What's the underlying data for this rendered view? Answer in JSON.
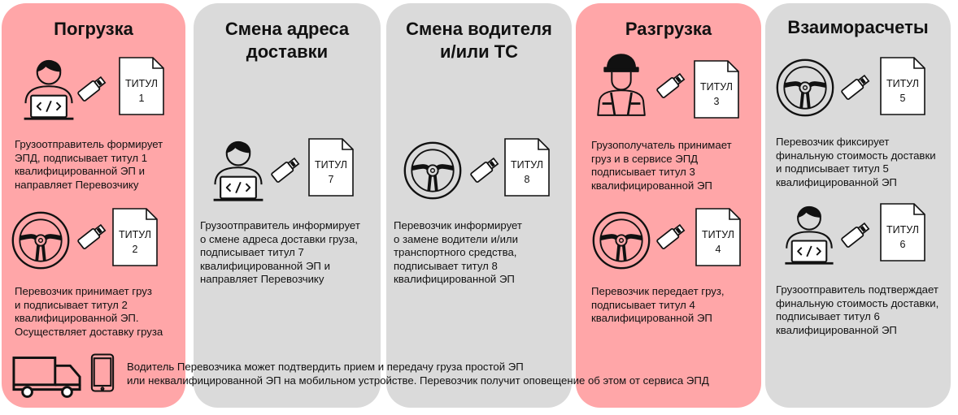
{
  "columns": [
    {
      "title": "Погрузка"
    },
    {
      "title_line1": "Смена адреса",
      "title_line2": "доставки"
    },
    {
      "title_line1": "Смена водителя",
      "title_line2": "и/или ТС"
    },
    {
      "title": "Разгрузка"
    },
    {
      "title": "Взаиморасчеты"
    }
  ],
  "doc_word": "ТИТУЛ",
  "steps": [
    {
      "num": "1",
      "lines": [
        "Грузоотправитель формирует",
        "ЭПД, подписывает титул 1",
        "квалифицированной ЭП и",
        "направляет Перевозчику"
      ]
    },
    {
      "num": "2",
      "lines": [
        "Перевозчик принимает груз",
        "и подписывает титул 2",
        "квалифицированной ЭП.",
        "Осуществляет доставку груза"
      ]
    },
    {
      "num": "7",
      "lines": [
        "Грузоотправитель информирует",
        "о смене адреса доставки груза,",
        "подписывает титул 7",
        "квалифицированной ЭП и",
        "направляет Перевозчику"
      ]
    },
    {
      "num": "8",
      "lines": [
        "Перевозчик информирует",
        "о замене водители и/или",
        "транспортного средства,",
        "подписывает титул 8",
        "квалифицированной ЭП"
      ]
    },
    {
      "num": "3",
      "lines": [
        "Грузополучатель принимает",
        "груз и в сервисе ЭПД",
        "подписывает титул 3",
        "квалифицированной ЭП"
      ]
    },
    {
      "num": "4",
      "lines": [
        "Перевозчик передает груз,",
        "подписывает титул 4",
        "квалифицированной ЭП"
      ]
    },
    {
      "num": "5",
      "lines": [
        "Перевозчик фиксирует",
        "финальную стоимость доставки",
        "и подписывает титул 5",
        "квалифицированной ЭП"
      ]
    },
    {
      "num": "6",
      "lines": [
        "Грузоотправитель подтверждает",
        "финальную стоимость доставки,",
        "подписывает титул 6",
        "квалифицированной ЭП"
      ]
    }
  ],
  "footer": {
    "line1": "Водитель Перевозчика может подтвердить прием и передачу груза простой ЭП",
    "line2": "или неквалифицированной ЭП на мобильном устройстве. Перевозчик получит оповещение об этом от сервиса ЭПД"
  },
  "colors": {
    "pink": "#ffa6a8",
    "grey": "#dadada"
  },
  "icons": [
    "user-laptop-icon",
    "usb-flash-drive-icon",
    "document-icon",
    "steering-wheel-icon",
    "worker-helmet-icon",
    "truck-icon",
    "smartphone-icon"
  ]
}
